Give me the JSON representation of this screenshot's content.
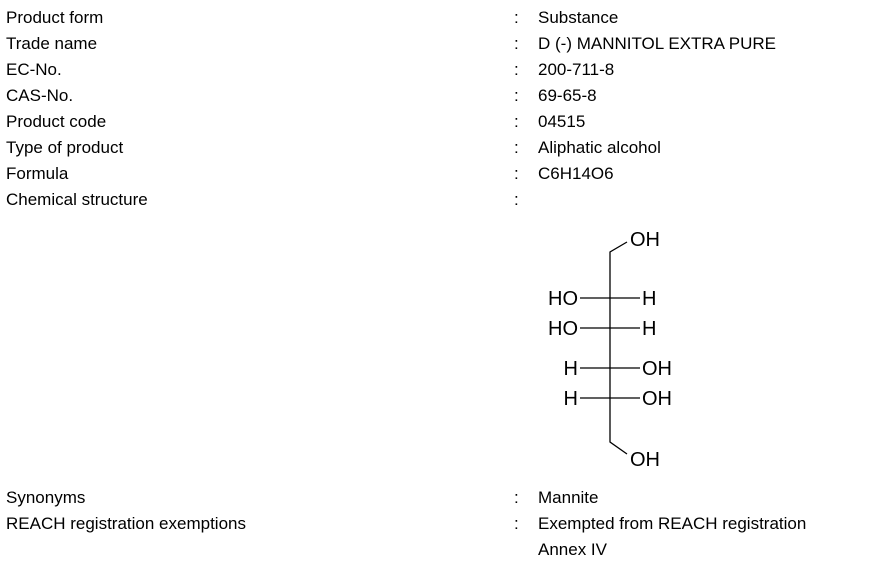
{
  "fields": [
    {
      "label": "Product form",
      "separator": ":",
      "value": "Substance"
    },
    {
      "label": "Trade name",
      "separator": ":",
      "value": "D (-) MANNITOL EXTRA PURE"
    },
    {
      "label": "EC-No.",
      "separator": ":",
      "value": "200-711-8"
    },
    {
      "label": "CAS-No.",
      "separator": ":",
      "value": "69-65-8"
    },
    {
      "label": "Product code",
      "separator": ":",
      "value": "04515"
    },
    {
      "label": "Type of product",
      "separator": ":",
      "value": "Aliphatic alcohol"
    },
    {
      "label": "Formula",
      "separator": ":",
      "value": "C6H14O6"
    },
    {
      "label": "Chemical structure",
      "separator": ":"
    },
    {
      "label": "Synonyms",
      "separator": ":",
      "value": "Mannite"
    },
    {
      "label": "REACH registration exemptions",
      "separator": ":",
      "value": "Exempted from REACH registration",
      "value_line2": "Annex IV"
    }
  ],
  "structure": {
    "top_group": "OH",
    "rows": [
      {
        "left": "HO",
        "right": "H"
      },
      {
        "left": "HO",
        "right": "H"
      },
      {
        "left": "H",
        "right": "OH"
      },
      {
        "left": "H",
        "right": "OH"
      }
    ],
    "bottom_group": "OH"
  }
}
